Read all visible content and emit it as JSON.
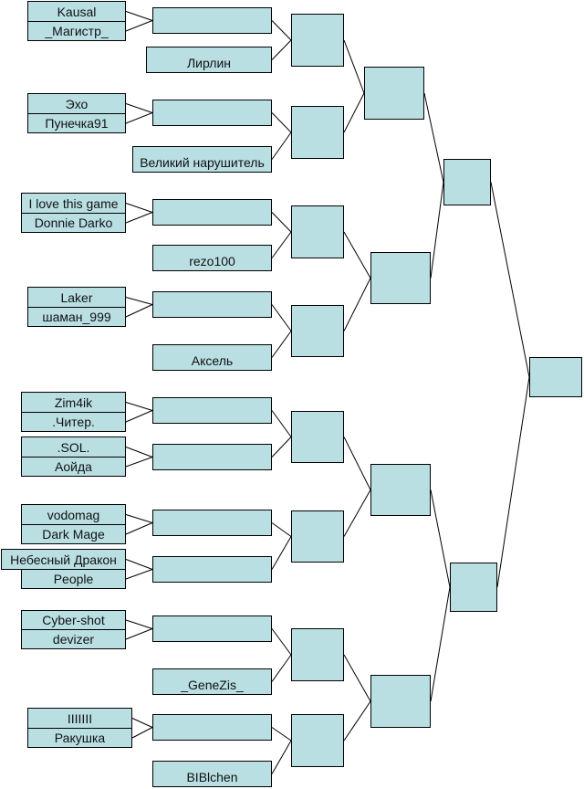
{
  "pairs": [
    [
      "Kausal",
      "_Магистр_"
    ],
    [
      "Эхо",
      "Пунечка91"
    ],
    [
      "I love this game",
      "Donnie Darko"
    ],
    [
      "Laker",
      "шаман_999"
    ],
    [
      "Zim4ik",
      ".Читер."
    ],
    [
      ".SOL.",
      "Аойда"
    ],
    [
      "vodomag",
      "Dark Mage"
    ],
    [
      "Небесный Дракон",
      "People"
    ],
    [
      "Cyber-shot",
      "devizer"
    ],
    [
      "IIIIIII",
      "Ракушка"
    ]
  ],
  "byes": [
    "Лирлин",
    "Великий нарушитель",
    "rezo100",
    "Аксель",
    "_GeneZis_",
    "BIBlchen"
  ],
  "colors": {
    "box": "#b9dfe3",
    "border": "#000000"
  }
}
